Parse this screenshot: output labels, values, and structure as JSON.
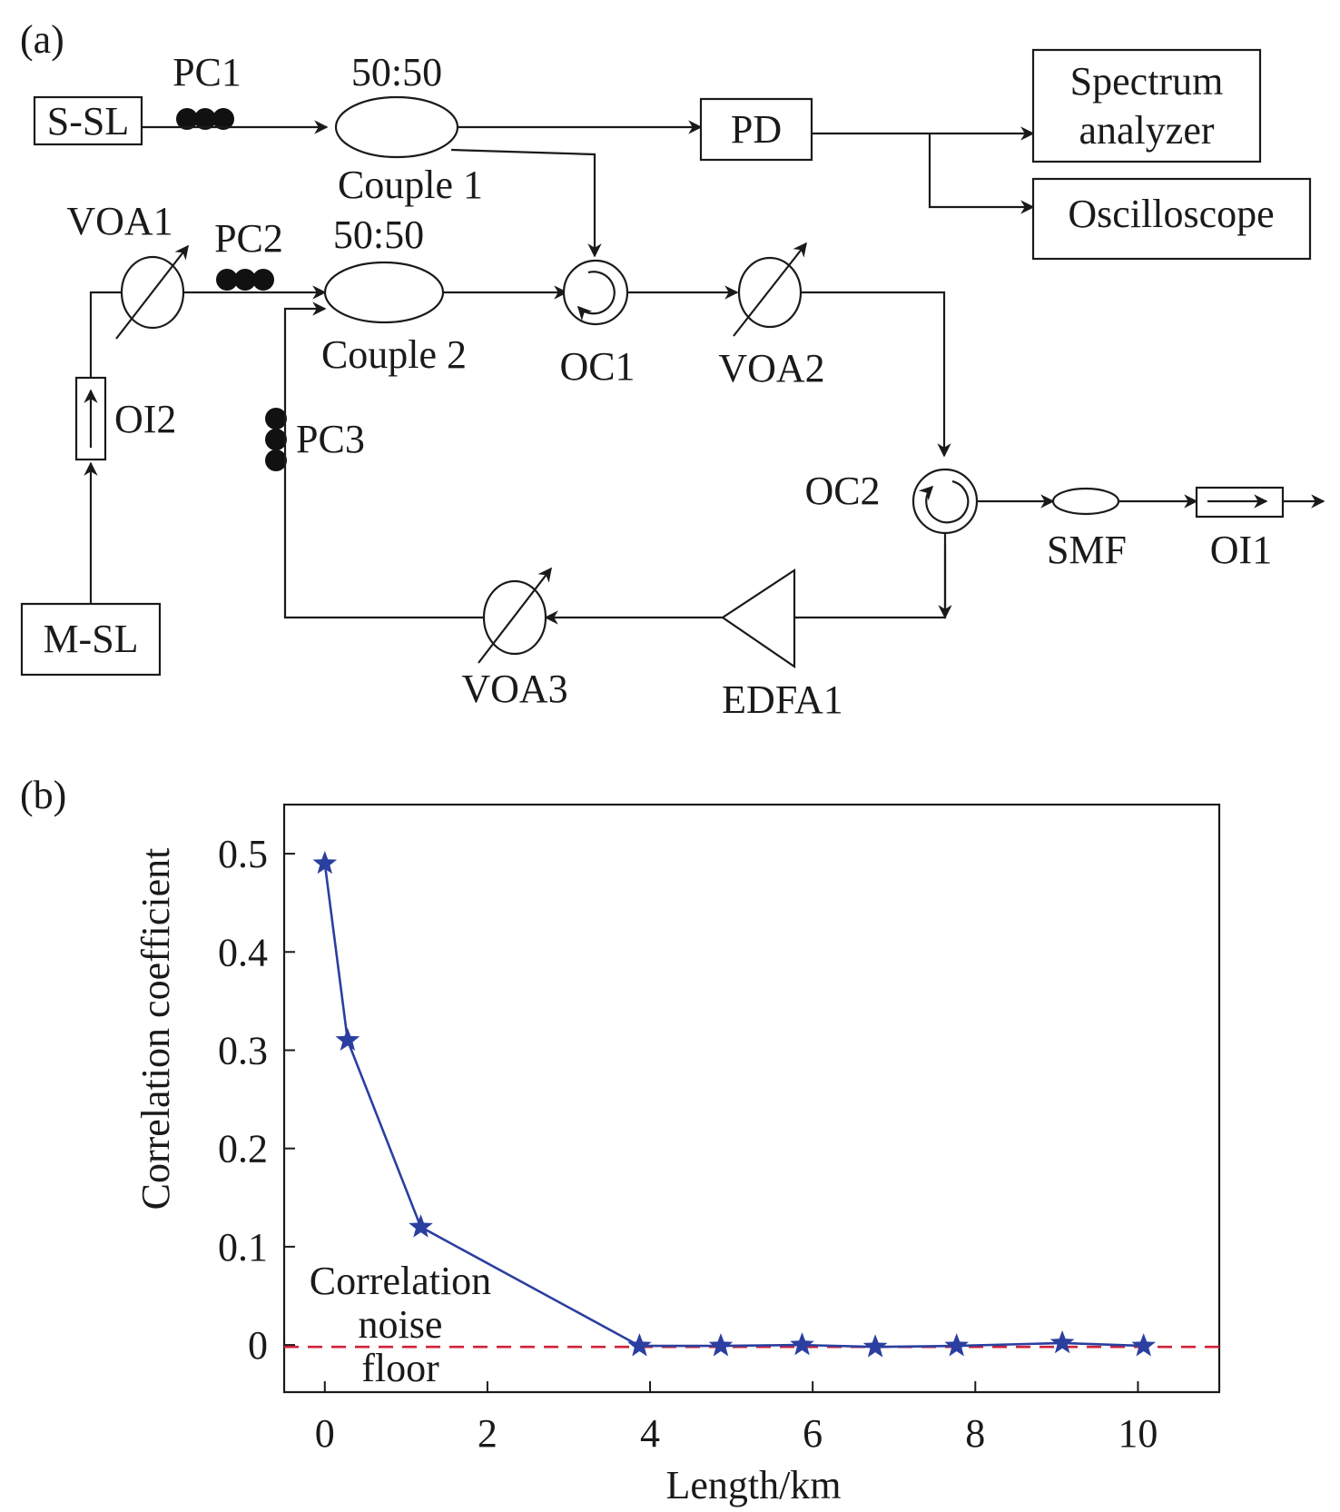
{
  "panel_a": {
    "label": "(a)",
    "components": {
      "s_sl": "S-SL",
      "m_sl": "M-SL",
      "pc1": "PC1",
      "pc2": "PC2",
      "pc3": "PC3",
      "ratio1": "50:50",
      "ratio2": "50:50",
      "coupler1": "Couple 1",
      "coupler2": "Couple 2",
      "pd": "PD",
      "spectrum_line1": "Spectrum",
      "spectrum_line2": "analyzer",
      "oscilloscope": "Oscilloscope",
      "voa1": "VOA1",
      "voa2": "VOA2",
      "voa3": "VOA3",
      "oc1": "OC1",
      "oc2": "OC2",
      "oi1": "OI1",
      "oi2": "OI2",
      "smf": "SMF",
      "edfa1": "EDFA1"
    }
  },
  "panel_b": {
    "label": "(b)",
    "annotation_lines": [
      "Correlation",
      "noise",
      "floor"
    ]
  },
  "chart_data": {
    "type": "line",
    "xlabel": "Length/km",
    "ylabel": "Correlation coefficient",
    "xlim": [
      -0.5,
      11
    ],
    "ylim": [
      -0.048,
      0.55
    ],
    "x_ticks": [
      0,
      2,
      4,
      6,
      8,
      10
    ],
    "x_tick_labels": [
      "0",
      "2",
      "4",
      "6",
      "8",
      "10"
    ],
    "y_ticks": [
      0,
      0.1,
      0.2,
      0.3,
      0.4,
      0.5
    ],
    "y_tick_labels": [
      "0",
      "0.1",
      "0.2",
      "0.3",
      "0.4",
      "0.5"
    ],
    "grid": false,
    "series": [
      {
        "marker": "star",
        "color": "#2b3fa0",
        "x": [
          0,
          0.28,
          1.18,
          3.87,
          4.87,
          5.87,
          6.77,
          7.77,
          9.07,
          10.07
        ],
        "y": [
          0.49,
          0.31,
          0.12,
          -0.001,
          -0.001,
          0.0,
          -0.002,
          -0.001,
          0.002,
          -0.001
        ]
      }
    ],
    "reference_line": {
      "y": -0.002,
      "style": "dashed",
      "color": "#d0213a"
    }
  }
}
